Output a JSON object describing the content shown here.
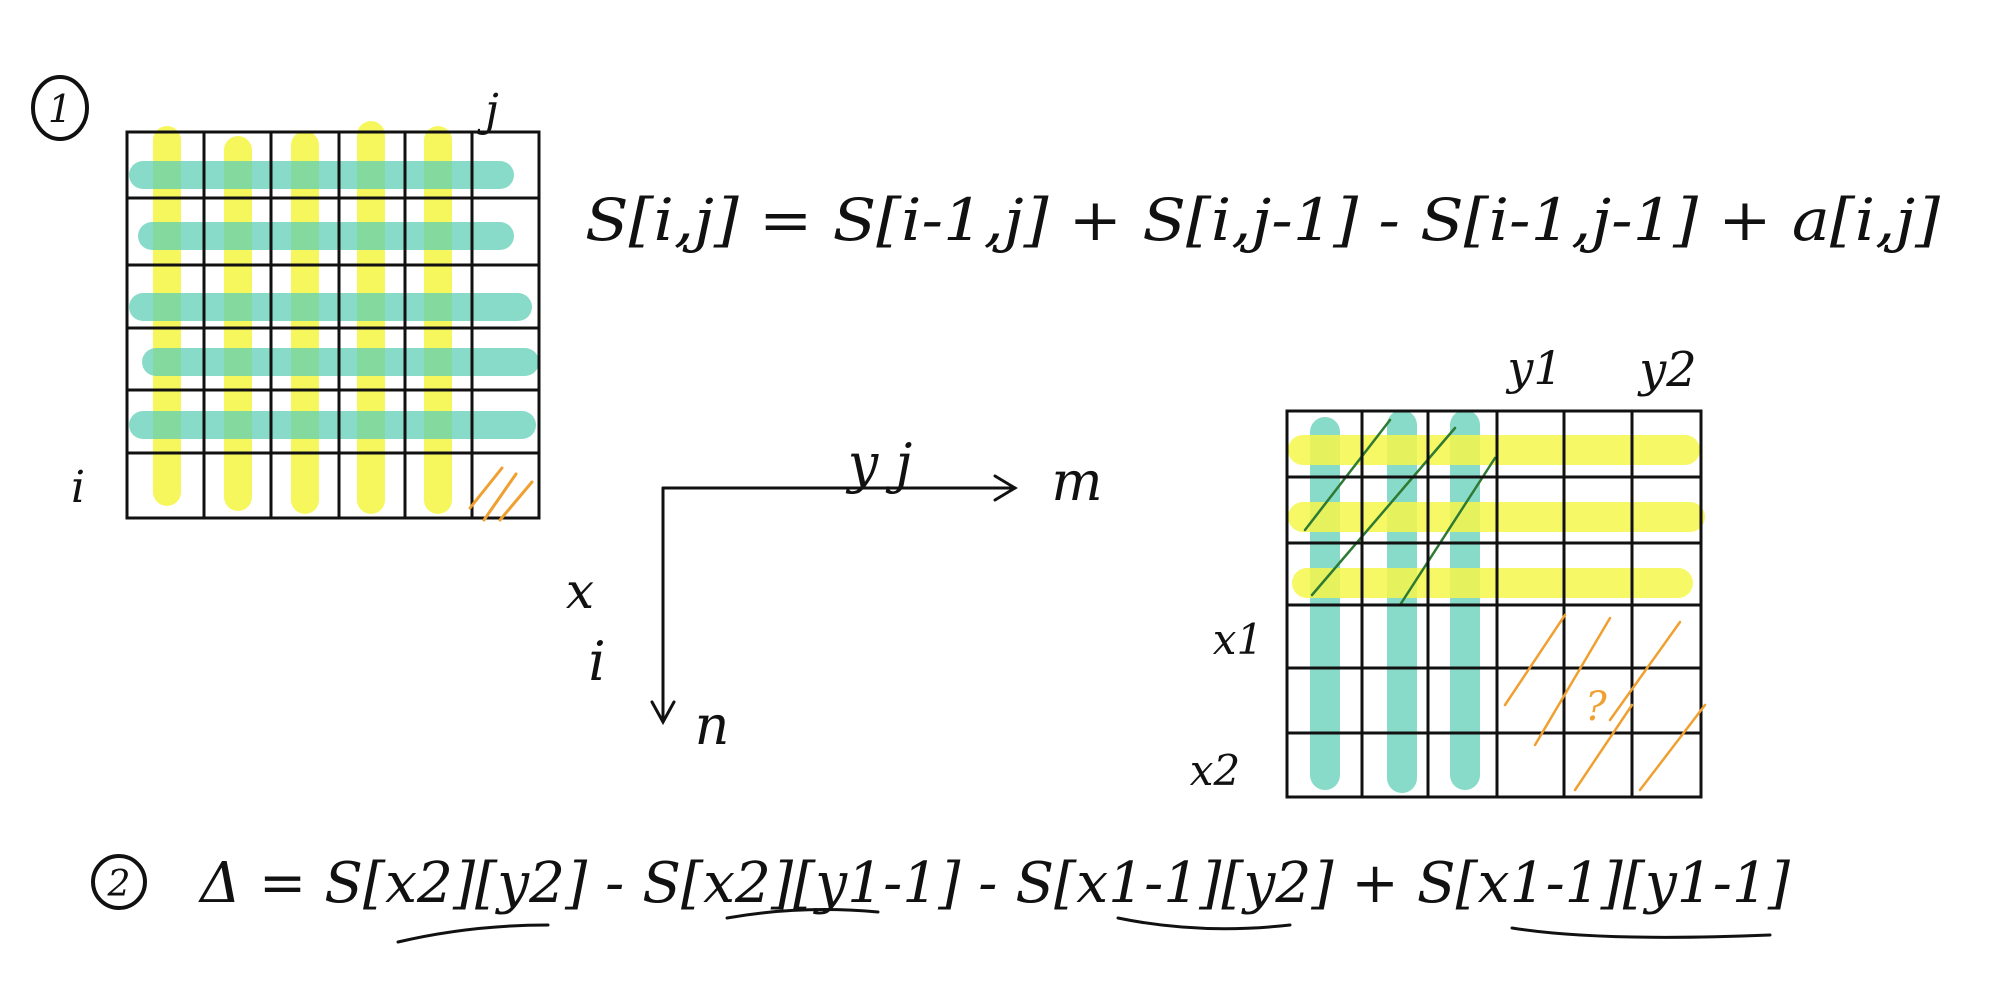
{
  "section1": {
    "marker": "1",
    "label_j": "j",
    "label_i": "i",
    "formula": "S[i,j] = S[i-1,j] + S[i,j-1] - S[i-1,j-1] + a[i,j]"
  },
  "axes": {
    "top_labels": "y j",
    "right_label": "m",
    "left_label_x": "x",
    "left_label_i": "i",
    "bottom_label": "n"
  },
  "section2": {
    "label_y1": "y1",
    "label_y2": "y2",
    "label_x1": "x1",
    "label_x2": "x2",
    "query_mark": "?",
    "marker": "2",
    "formula": "Δ = S[x2][y2] - S[x2][y1-1] - S[x1-1][y2] + S[x1-1][y1-1]"
  },
  "colors": {
    "teal": "#5fd0b6",
    "yellow": "#f6f74c",
    "orange": "#f0a030",
    "dark_green": "#2e7a33",
    "ink": "#111111"
  }
}
